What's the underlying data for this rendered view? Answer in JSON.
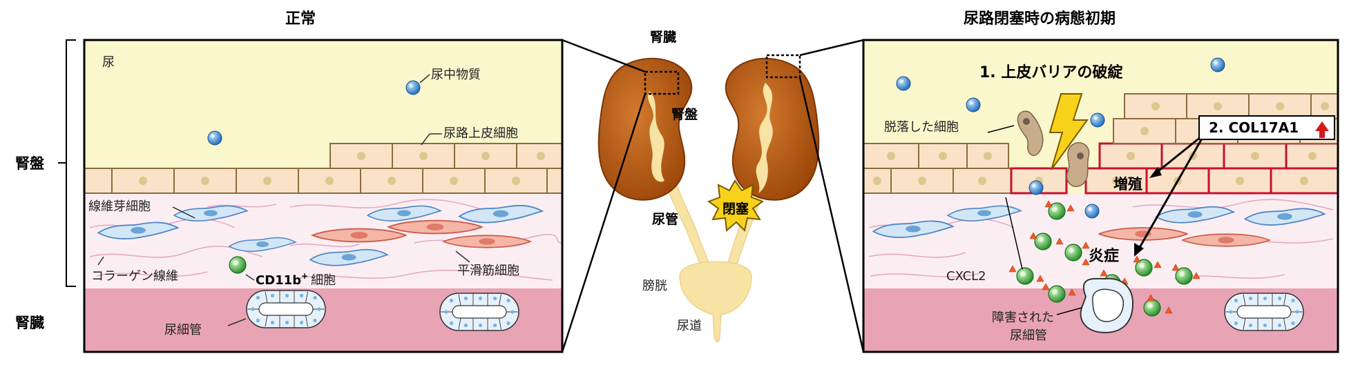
{
  "titles": {
    "normal": "正常",
    "obstruction": "尿路閉塞時の病態初期"
  },
  "side_labels": {
    "pelvis": "腎盤",
    "kidney": "腎臓"
  },
  "normal_panel": {
    "urine": "尿",
    "urine_solute": "尿中物質",
    "urothelial_cell": "尿路上皮細胞",
    "fibroblast": "線維芽細胞",
    "collagen": "コラーゲン線維",
    "cd11b_main": "CD11b",
    "cd11b_sup": "+",
    "cd11b_cell": "細胞",
    "smooth_muscle": "平滑筋細胞",
    "tubule": "尿細管"
  },
  "center": {
    "kidney": "腎臓",
    "pelvis": "腎盤",
    "ureter": "尿管",
    "obstruction": "閉塞",
    "bladder": "膀胱",
    "urethra": "尿道"
  },
  "obstruction_panel": {
    "step1": "1. 上皮バリアの破綻",
    "shed_cell": "脱落した細胞",
    "step2": "2. COL17A1",
    "proliferation": "増殖",
    "inflammation": "炎症",
    "cxcl2": "CXCL2",
    "damaged_tubule_1": "障害された",
    "damaged_tubule_2": "尿細管"
  },
  "colors": {
    "urine": "#fbf7cd",
    "epithelium": "#f9e2c8",
    "epithelium_border": "#8b6d3a",
    "stroma": "#fbeef2",
    "kidney_tissue": "#e8a4b4",
    "kidney_organ": "#b75a16",
    "urine_tract": "#f7e3a3",
    "highlight_red": "#c8102e",
    "green_cell": "#3aa83a",
    "blue_solute": "#2f7fcf"
  }
}
